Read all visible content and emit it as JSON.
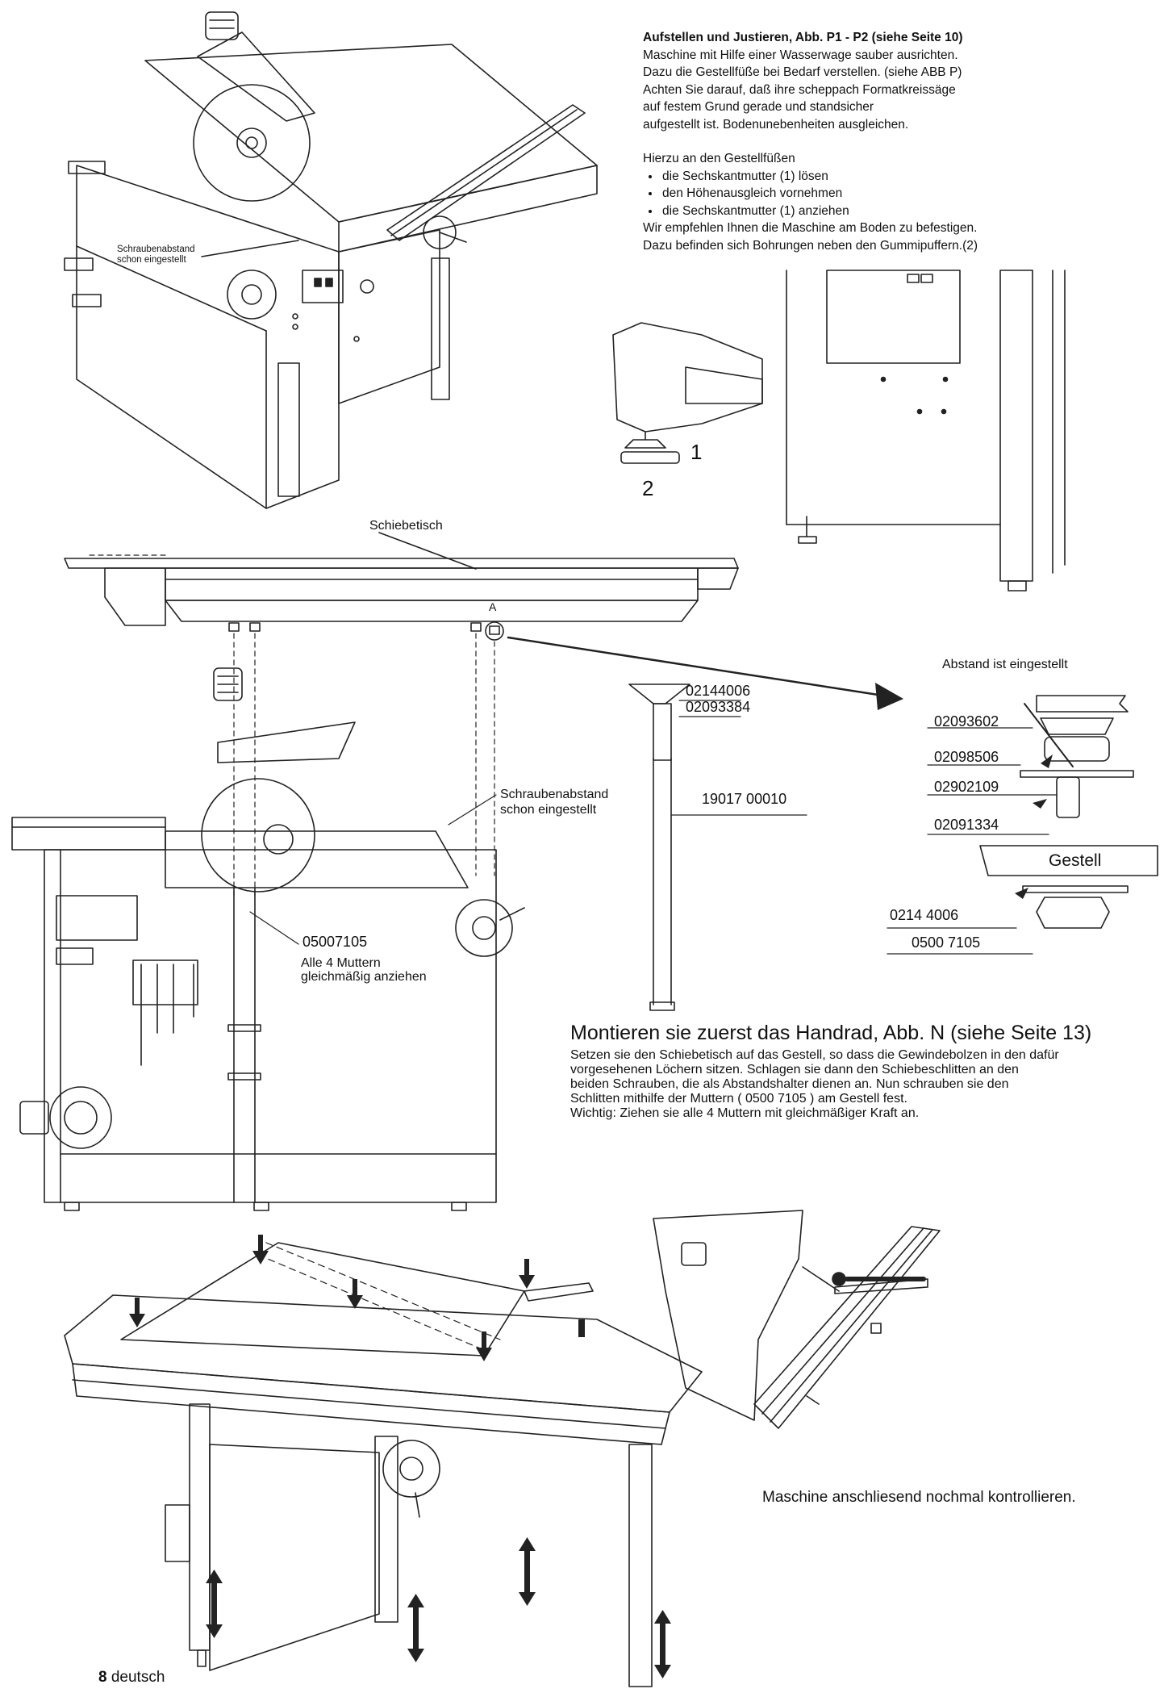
{
  "setup": {
    "heading": "Aufstellen und Justieren, Abb. P1 - P2 (siehe Seite 10)",
    "lines": [
      "Maschine mit Hilfe einer Wasserwage sauber ausrichten.",
      "Dazu die Gestellfüße bei Bedarf verstellen. (siehe ABB P)",
      "Achten Sie darauf, daß ihre scheppach Formatkreissäge",
      "auf festem Grund gerade und standsicher",
      "aufgestellt ist. Bodenunebenheiten ausgleichen."
    ],
    "intro": "Hierzu an den Gestellfüßen",
    "steps": [
      "die Sechskantmutter (1) lösen",
      "den Höhenausgleich vornehmen",
      "die Sechskantmutter (1) anziehen"
    ],
    "closing": [
      "Wir empfehlen Ihnen die Maschine am Boden zu befestigen.",
      "Dazu befinden sich Bohrungen neben den Gummipuffern.(2)"
    ]
  },
  "fig_top": {
    "spacing_note": [
      "Schraubenabstand",
      "schon eingestellt"
    ],
    "foot_labels": [
      "1",
      "2"
    ]
  },
  "fig_middle": {
    "table_label": "Schiebetisch",
    "point_label": "A",
    "spacing_note": [
      "Schraubenabstand",
      "schon eingestellt"
    ],
    "nut_part": "05007105",
    "nut_note": [
      "Alle 4 Muttern",
      "gleichmäßig anziehen"
    ],
    "post_parts": [
      "02144006",
      "02093384",
      "19017 00010"
    ]
  },
  "detail": {
    "title": "Abstand ist eingestellt",
    "parts_upper": [
      "02093602",
      "02098506",
      "02902109",
      "02091334"
    ],
    "frame_label": "Gestell",
    "parts_lower": [
      "0214 4006",
      "0500 7105"
    ]
  },
  "mount": {
    "heading": "Montieren sie zuerst das Handrad, Abb. N (siehe Seite 13)",
    "lines": [
      "Setzen sie den Schiebetisch auf das Gestell, so dass die Gewindebolzen in den dafür",
      "vorgesehenen Löchern sitzen. Schlagen sie dann den Schiebeschlitten an den",
      "beiden Schrauben, die als Abstandshalter dienen an. Nun schrauben sie den",
      "Schlitten mithilfe der Muttern ( 0500 7105 ) am Gestell fest.",
      "Wichtig: Ziehen sie alle 4 Muttern mit gleichmäßiger Kraft an."
    ]
  },
  "final_note": "Maschine anschliesend nochmal kontrollieren.",
  "footer": {
    "page_number": "8",
    "language": "deutsch"
  }
}
